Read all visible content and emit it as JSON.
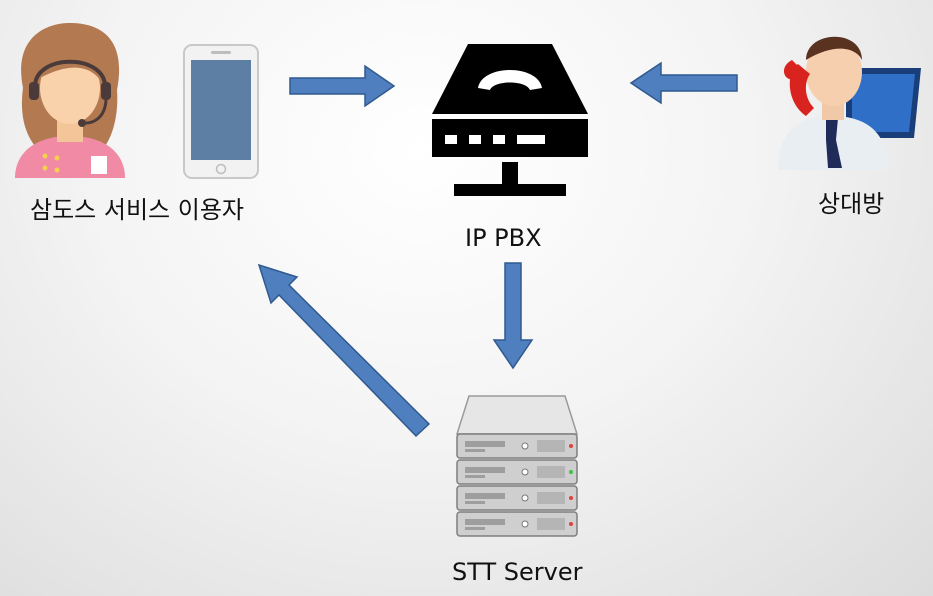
{
  "diagram": {
    "nodes": {
      "user": {
        "label": "삼도스 서비스 이용자",
        "icon": "female-agent-headset-icon"
      },
      "phone": {
        "icon": "smartphone-icon"
      },
      "pbx": {
        "label": "IP PBX",
        "icon": "pbx-phone-icon"
      },
      "counterpart": {
        "label": "상대방",
        "icon": "businessman-phone-icon"
      },
      "stt": {
        "label": "STT Server",
        "icon": "server-rack-icon"
      }
    },
    "edges": [
      {
        "from": "phone",
        "to": "pbx"
      },
      {
        "from": "counterpart",
        "to": "pbx"
      },
      {
        "from": "pbx",
        "to": "stt"
      },
      {
        "from": "stt",
        "to": "user"
      }
    ],
    "colors": {
      "arrow_fill": "#4f7fbf",
      "arrow_stroke": "#2f5a8f",
      "pbx": "#000000"
    }
  }
}
